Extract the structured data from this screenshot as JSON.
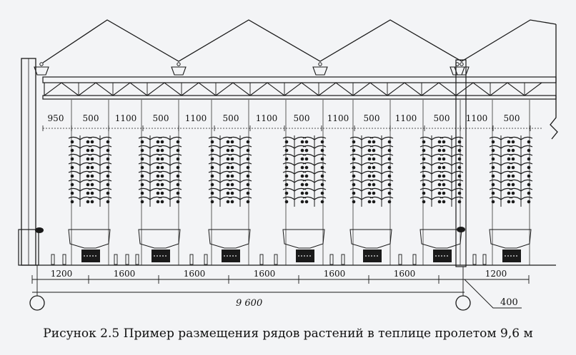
{
  "top_dims": [
    "950",
    "500",
    "1100",
    "500",
    "1100",
    "500",
    "1100",
    "500",
    "1100",
    "500",
    "1100",
    "500",
    "1100",
    "500"
  ],
  "bottom_dims": [
    "1200",
    "1600",
    "1600",
    "1600",
    "1600",
    "1600",
    "1200"
  ],
  "total_span": "9 600",
  "offset_dim": "400",
  "caption": "Рисунок 2.5 Пример размещения рядов растений в теплице пролетом 9,6 м",
  "colors": {
    "line": "#1a1a1a",
    "background": "#f3f4f6"
  }
}
